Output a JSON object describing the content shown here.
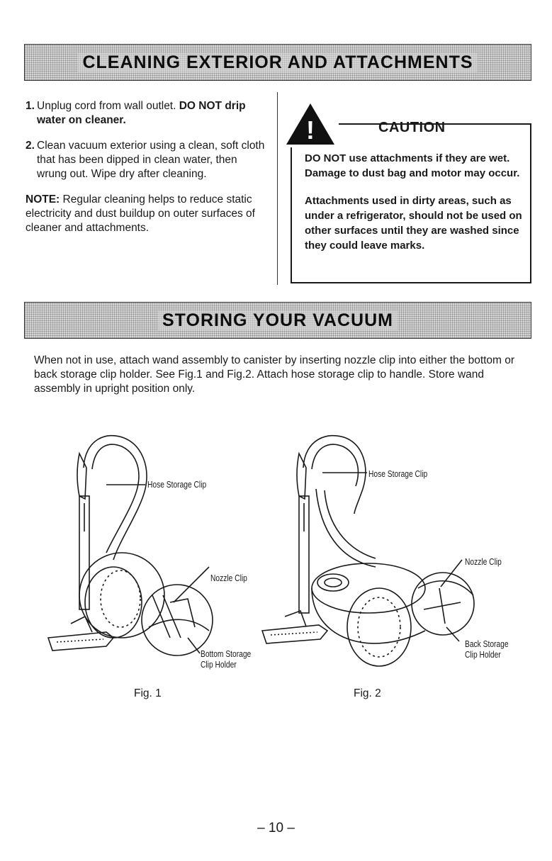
{
  "section1": {
    "heading": "CLEANING EXTERIOR AND ATTACHMENTS",
    "step1": {
      "number": "1.",
      "text": "Unplug cord from wall outlet. ",
      "bold": "DO NOT drip water on cleaner."
    },
    "step2": {
      "number": "2.",
      "text": "Clean vacuum exterior using a clean, soft cloth that has been dipped in clean water, then wrung out. Wipe dry after cleaning."
    },
    "note": {
      "label": "NOTE:",
      "text": " Regular cleaning helps to reduce static electricity and dust buildup on outer surfaces of cleaner and attachments."
    }
  },
  "caution": {
    "title": "CAUTION",
    "para1": "DO NOT use attachments if they are wet. Damage to dust bag and motor may occur.",
    "para2": "Attachments used in dirty areas, such as under a refrigerator, should not be used on other surfaces until they are washed since they could leave marks."
  },
  "section2": {
    "heading": "STORING YOUR VACUUM",
    "body": "When not in use, attach wand assembly to canister by inserting nozzle clip into either the bottom or back storage clip holder. See Fig.1 and Fig.2. Attach hose storage clip to handle. Store wand assembly in upright position only."
  },
  "figures": {
    "fig1": {
      "caption": "Fig. 1",
      "hose_clip_label": "Hose Storage Clip",
      "nozzle_clip_label": "Nozzle Clip",
      "holder_label_line1": "Bottom Storage",
      "holder_label_line2": "Clip Holder"
    },
    "fig2": {
      "caption": "Fig. 2",
      "hose_clip_label": "Hose Storage Clip",
      "nozzle_clip_label": "Nozzle Clip",
      "holder_label_line1": "Back Storage",
      "holder_label_line2": "Clip Holder"
    }
  },
  "page_number": "– 10 –"
}
